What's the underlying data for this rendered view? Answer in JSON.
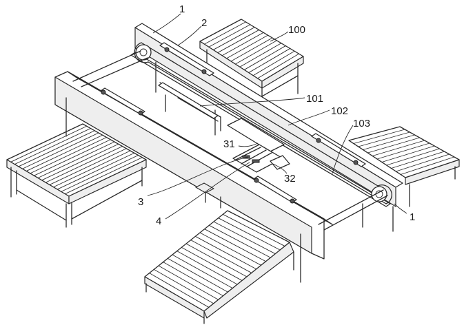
{
  "labels": {
    "l1_top": "1",
    "l2": "2",
    "l100": "100",
    "l101": "101",
    "l102": "102",
    "l103": "103",
    "l31": "31",
    "l32": "32",
    "l3": "3",
    "l4": "4",
    "l1_right": "1"
  }
}
